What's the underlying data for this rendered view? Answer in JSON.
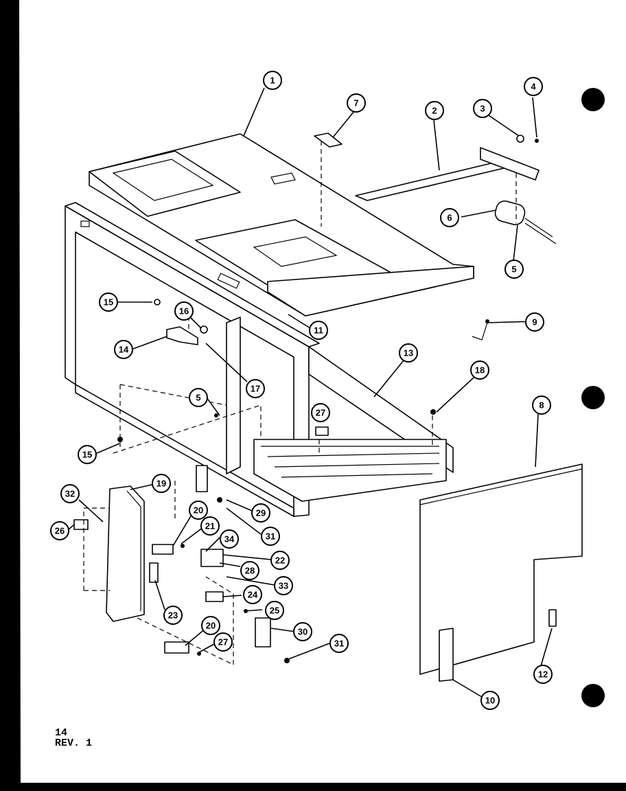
{
  "page": {
    "number": "14",
    "revision": "REV. 1",
    "background": "#ffffff",
    "ink": "#000000"
  },
  "callouts": [
    "1",
    "2",
    "3",
    "4",
    "5",
    "6",
    "7",
    "9",
    "11",
    "13",
    "15",
    "16",
    "14",
    "17",
    "5",
    "15",
    "18",
    "27",
    "8",
    "32",
    "19",
    "26",
    "20",
    "21",
    "29",
    "31",
    "34",
    "22",
    "28",
    "33",
    "24",
    "23",
    "25",
    "20",
    "27",
    "30",
    "31",
    "12",
    "10"
  ]
}
